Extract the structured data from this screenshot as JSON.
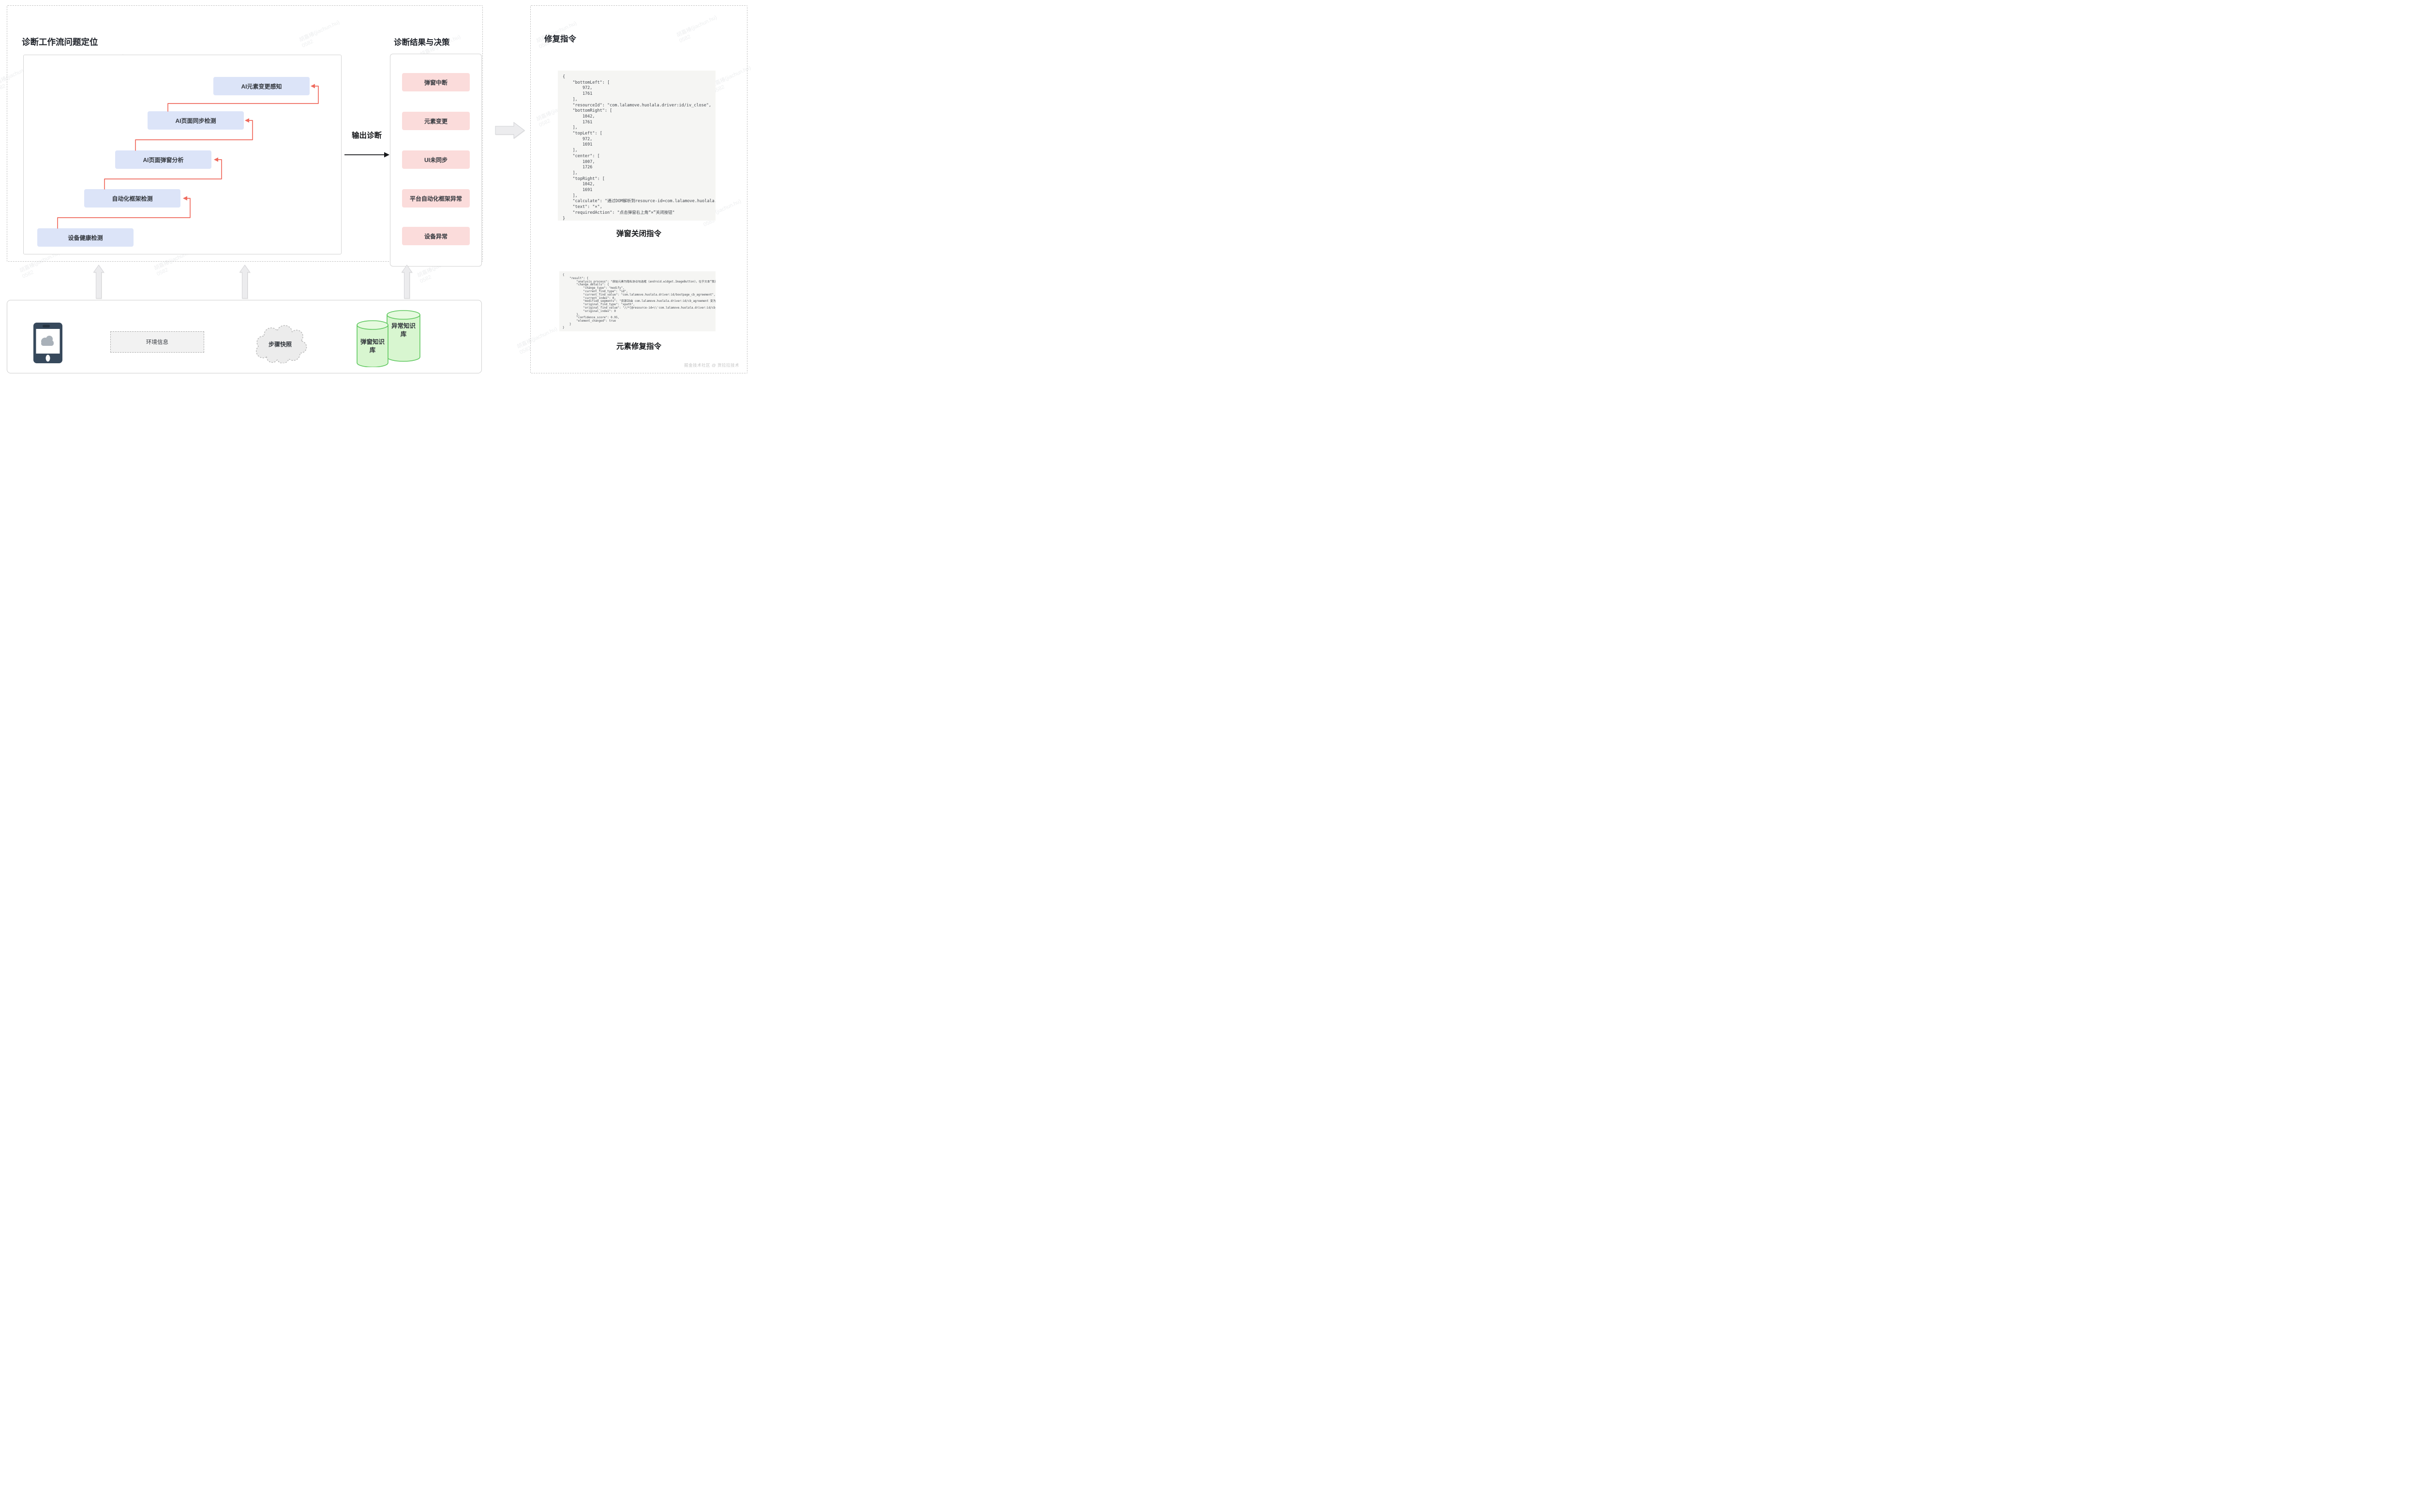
{
  "watermark": {
    "text": "胡嘉椿(jiachun.hu)\n0582"
  },
  "colors": {
    "step_box": "#dce4f8",
    "result_box": "#fbdcdb",
    "connector_red": "#ef6b5e",
    "kb_fill": "#d8f6d0",
    "kb_stroke": "#5dc75d",
    "block_arrow_gray": "#ececee",
    "phone_navy": "#37495c",
    "code_bg": "#f5f5f3"
  },
  "icons": {
    "phone": "phone-with-cloud-icon",
    "cloud": "cloud-shape-icon",
    "popup_kb": "database-cylinder-icon",
    "exception_kb": "database-cylinder-icon",
    "up_arrows": "up-block-arrow",
    "right_arrow": "right-block-arrow"
  },
  "workflow_panel": {
    "title": "诊断工作流问题定位",
    "steps": [
      "AI元素变更感知",
      "AI页面同步检测",
      "AI页面弹窗分析",
      "自动化框架检测",
      "设备健康检测"
    ]
  },
  "output_label": "输出诊断",
  "decision_panel": {
    "title": "诊断结果与决策",
    "results": [
      "弹窗中断",
      "元素变更",
      "UI未同步",
      "平台自动化框架异常",
      "设备异常"
    ]
  },
  "repair_panel": {
    "title": "修复指令",
    "popup_close_code": "{\n    \"bottomLeft\": [\n        972,\n        1761\n    ],\n    \"resourceId\": \"com.lalamove.huolala.driver:id/iv_close\",\n    \"bottomRight\": [\n        1042,\n        1761\n    ],\n    \"topLeft\": [\n        972,\n        1691\n    ],\n    \"center\": [\n        1007,\n        1726\n    ],\n    \"topRight\": [\n        1042,\n        1691\n    ],\n    \"calculate\": \"通过DOM解析到resource-id=com.lalamove.huolala.d\n    \"text\": \"×\",\n    \"requiredAction\": \"点击弹窗右上角“×”关闭按钮\"\n}",
    "popup_close_label": "弹窗关闭指令",
    "element_repair_code": "{\n    \"result\": {\n        \"analysis_process\": \"原始元素为隐私协议勾选框（android.widget.ImageButton)，位于文本“我已阅读并同意《人脸识别\n        \"change_details\": {\n            \"change_type\": \"modify\",\n            \"current_find_type\": \"id\",\n            \"current_find_value\": \"com.lalamove.huolala.driver:id/bootpage_cb_agreement\",\n            \"current_index\": 0,\n            \"modified_segments\": \"资源ID由 com.lalamove.huolala.driver:id/cb_agreement 变为 com.lalamove.huo\n            \"original_find_type\": \"xpath\",\n            \"original_find_value\": \"//*[@resource-id=\\\\'com.lalamove.huolala.driver:id/cb_agreement\\\\']\",\n            \"original_index\": 0\n        },\n        \"confidence_score\": 0.95,\n        \"element_changed\": true\n    }\n}",
    "element_repair_label": "元素修复指令",
    "footer": "掘金技术社区 @ 货拉拉技术"
  },
  "context_panel": {
    "env_info_label": "环境信息",
    "snapshot_label": "步骤快照",
    "popup_kb_label": "弹窗知识库",
    "exception_kb_label": "异常知识库"
  }
}
